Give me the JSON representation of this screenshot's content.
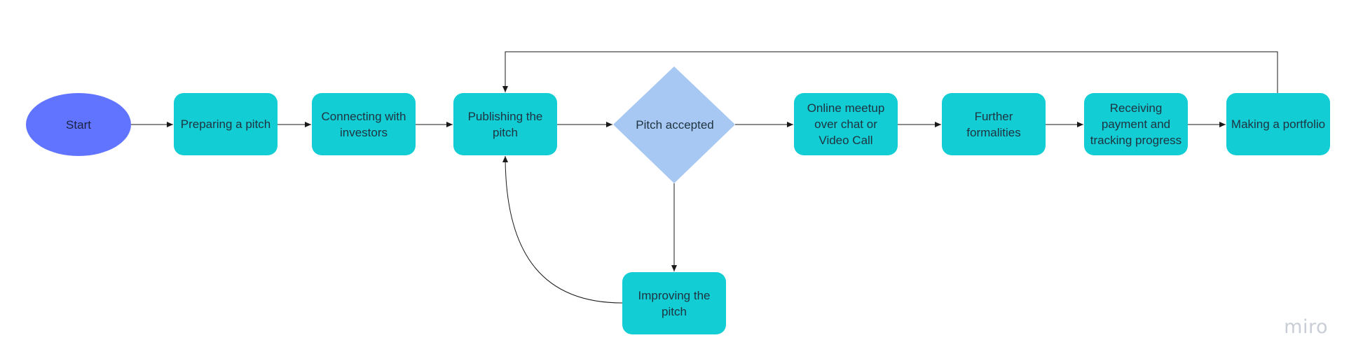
{
  "nodes": {
    "start": "Start",
    "preparing": "Preparing a pitch",
    "connecting": "Connecting with investors",
    "publishing": "Publishing the pitch",
    "decision": "Pitch accepted",
    "meetup": "Online meetup over chat or Video Call",
    "formalities": "Further formalities",
    "payment": "Receiving payment and tracking progress",
    "portfolio": "Making a portfolio",
    "improving": "Improving the pitch"
  },
  "logo": "miro",
  "colors": {
    "process": "#12cdd4",
    "start": "#6174ff",
    "decision": "#a7c8f2",
    "line": "#1a1a1a"
  }
}
